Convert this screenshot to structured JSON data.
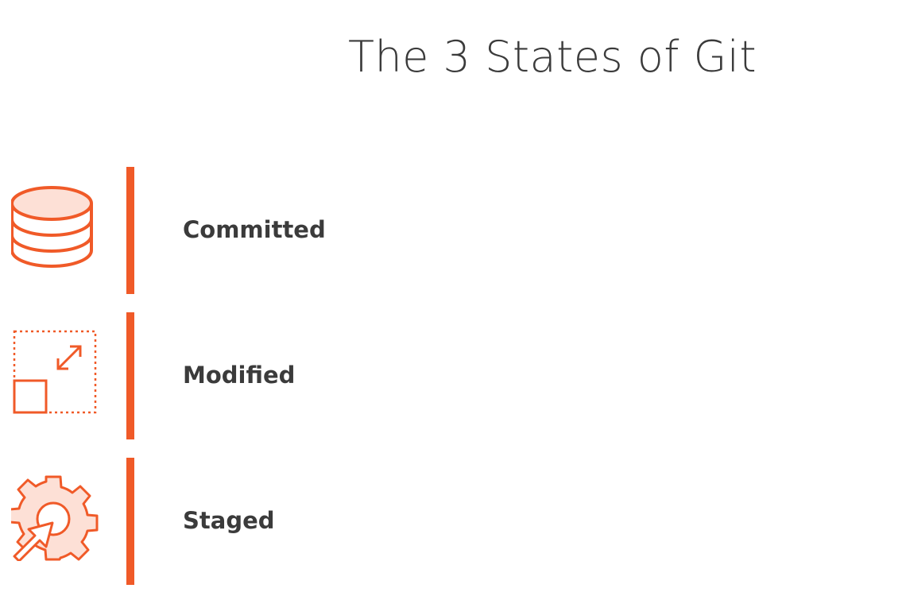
{
  "title": "The 3 States of Git",
  "accent_color": "#f05a28",
  "icon_fill_color": "#fde0d6",
  "text_color": "#3b3b3b",
  "states": [
    {
      "label": "Committed",
      "icon": "database-icon"
    },
    {
      "label": "Modified",
      "icon": "resize-icon"
    },
    {
      "label": "Staged",
      "icon": "gear-arrow-icon"
    }
  ]
}
